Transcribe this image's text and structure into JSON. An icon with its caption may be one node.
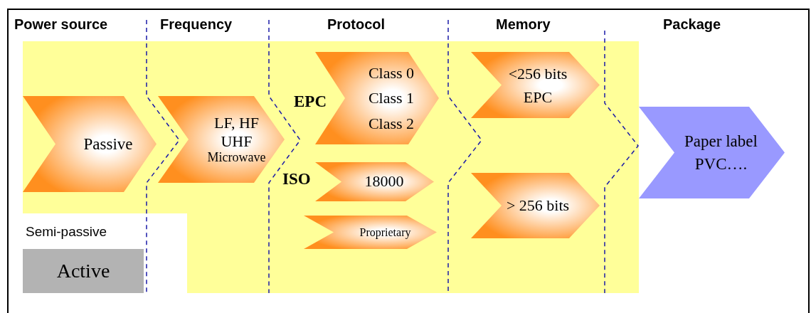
{
  "diagram": {
    "nodes": [
      {
        "text": [
          "Passive"
        ]
      },
      {
        "text": [
          "LF, HF UHF",
          "Microwave"
        ]
      },
      {
        "text": [
          "Class 0",
          "Class 1",
          "Class 2"
        ],
        "beside": [
          "EPC"
        ]
      },
      {
        "text": [
          "18000"
        ],
        "beside": [
          "ISO"
        ]
      },
      {
        "text": [
          "Proprietary"
        ]
      },
      {
        "text": [
          "<256 bits EPC"
        ]
      },
      {
        "text": [
          "> 256 bits"
        ]
      },
      {
        "text": [
          "Paper label PVC…."
        ]
      },
      {
        "text": [
          "Active"
        ]
      }
    ],
    "labels": [
      "Power source",
      "Frequency",
      "Protocol",
      "Memory",
      "Package",
      "Semi-passive"
    ]
  }
}
